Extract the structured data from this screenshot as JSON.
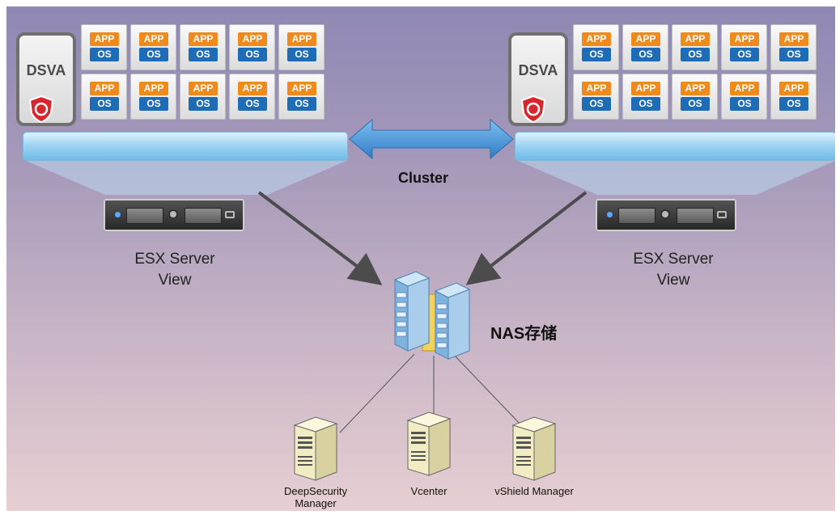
{
  "diagram": {
    "dsva_label": "DSVA",
    "vm_app_label": "APP",
    "vm_os_label": "OS",
    "vm_count_per_host": 10,
    "cluster_label": "Cluster",
    "esx_label_left": {
      "line1": "ESX Server",
      "line2": "View"
    },
    "esx_label_right": {
      "line1": "ESX Server",
      "line2": "View"
    },
    "nas_label": "NAS存储",
    "servers": [
      {
        "name": "deepsecurity",
        "line1": "DeepSecurity",
        "line2": "Manager"
      },
      {
        "name": "vcenter",
        "line1": "Vcenter",
        "line2": ""
      },
      {
        "name": "vshield",
        "line1": "vShield Manager",
        "line2": ""
      }
    ],
    "colors": {
      "app": "#f08a1c",
      "os": "#1e6cb5",
      "cluster_arrow": "#3a86cc",
      "shield": "#d7262e"
    }
  }
}
